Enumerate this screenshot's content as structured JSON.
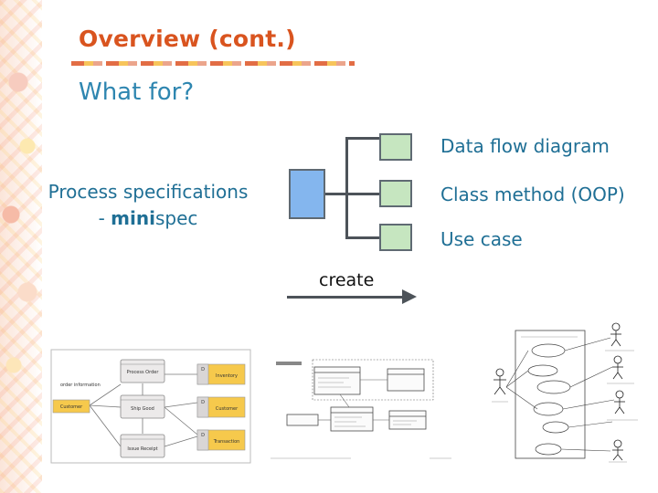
{
  "slide": {
    "title": "Overview (cont.)",
    "subtitle": "What for?"
  },
  "diagram": {
    "process_line1": "Process specifications",
    "process_prefix": "- ",
    "process_bold": "mini",
    "process_suffix": "spec",
    "outputs": [
      "Data flow diagram",
      "Class method (OOP)",
      "Use case"
    ],
    "arrow_label": "create"
  },
  "dfd_thumbnail": {
    "processes": [
      "Process Order",
      "Ship Good",
      "Issue Receipt"
    ],
    "entities": [
      "Customer"
    ],
    "stores": [
      "Inventory",
      "Customer",
      "Transaction"
    ],
    "store_ids": [
      "D",
      "D",
      "D"
    ],
    "flow_label": "order information"
  },
  "colors": {
    "title": "#d9541f",
    "text": "#1f6f95",
    "box_blue": "#84b6ee",
    "box_green": "#c6e6c0"
  }
}
